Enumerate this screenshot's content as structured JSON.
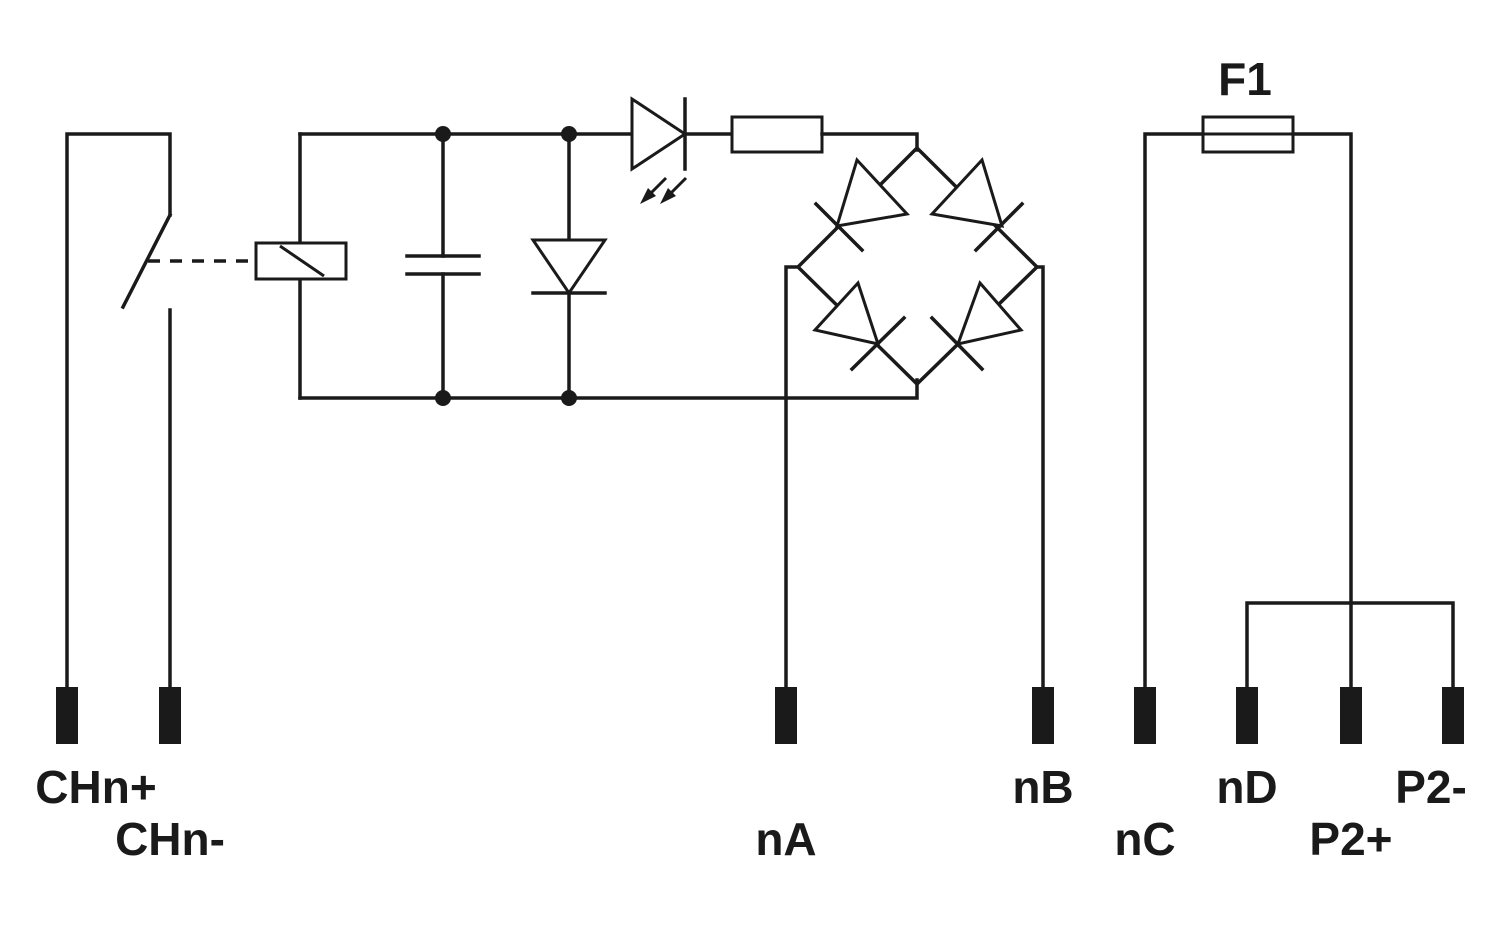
{
  "components": {
    "fuse_label": "F1"
  },
  "terminals": [
    {
      "id": "chn_plus",
      "label": "CHn+"
    },
    {
      "id": "chn_minus",
      "label": "CHn-"
    },
    {
      "id": "na",
      "label": "nA"
    },
    {
      "id": "nb",
      "label": "nB"
    },
    {
      "id": "nc",
      "label": "nC"
    },
    {
      "id": "nd",
      "label": "nD"
    },
    {
      "id": "p2_plus",
      "label": "P2+"
    },
    {
      "id": "p2_minus",
      "label": "P2-"
    }
  ]
}
